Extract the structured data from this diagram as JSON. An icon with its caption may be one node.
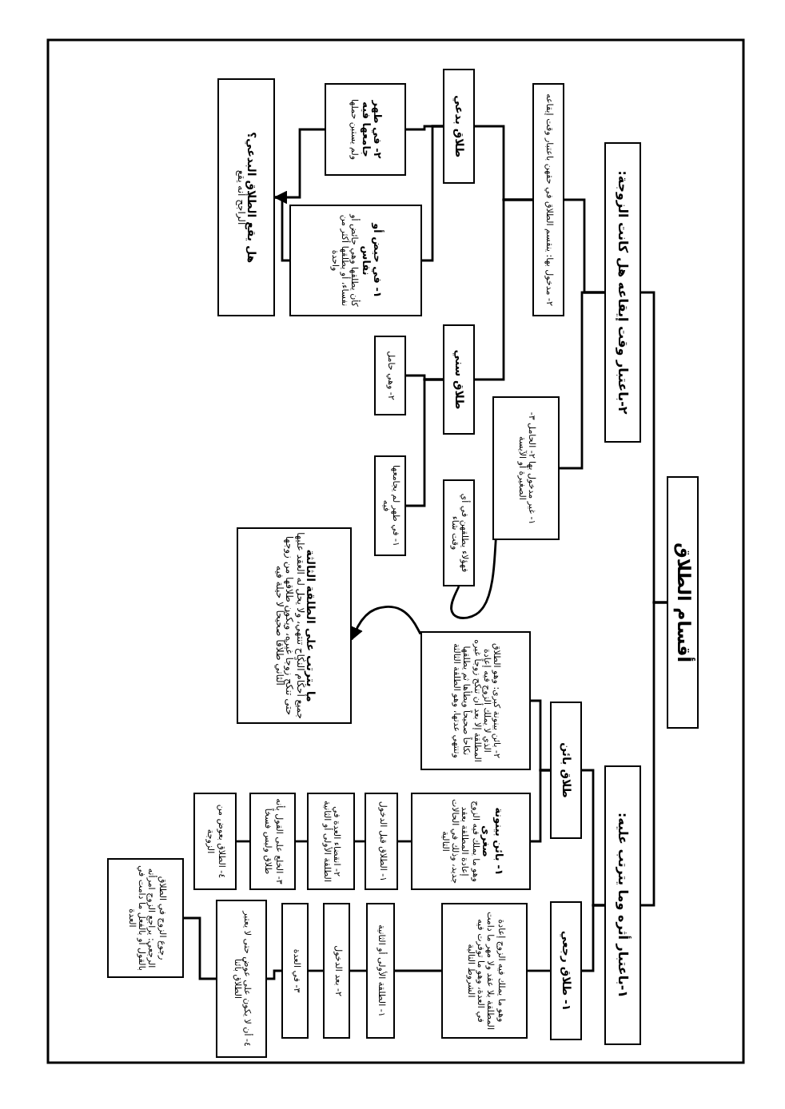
{
  "diagram": {
    "nodes": [
      {
        "text": [
          "أقسام الطلاق"
        ]
      },
      {
        "text": [
          "٢-باعتبار وقت إيقاعه هل كانت الزوجة:"
        ]
      },
      {
        "text": [
          "٢- مدخول بها: ينقسم الطلاق في حقهن باعتبار وقت إيقاعه"
        ]
      },
      {
        "text": [
          "طلاق بدعي"
        ]
      },
      {
        "text": [
          "٢- في طهر جامعها فيه",
          "ولم يستبن حملها"
        ]
      },
      {
        "text": [
          "١- في حيض أو نفاس",
          "كأن يطلقها وهي حائض أو نفساء، أو يطلقها أكثر من واحدة"
        ]
      },
      {
        "text": [
          "هل يقع الطلاق البدعي؟",
          "الراجح أنه يقع"
        ]
      },
      {
        "text": [
          "طلاق سني"
        ]
      },
      {
        "text": [
          "٢- وهي حامل"
        ]
      },
      {
        "text": [
          "١- في طهر لم يجامعها فيه"
        ]
      },
      {
        "text": [
          "١- غير مدخول بها ٢- الحامل ٣- الصغيرة أو الآيسة"
        ]
      },
      {
        "text": [
          "فهؤلاء يطلقهن في أي وقت شاء"
        ]
      },
      {
        "text": [
          "١-باعتبار أثره وما يترتب عليه:"
        ]
      },
      {
        "text": [
          "طلاق بائن"
        ]
      },
      {
        "text": [
          "٢- بائن بينونة كبرى: وهو الطلاق الذي لا يملك الزوج فيه إعادة المطلقة إلا بعد أن تنكح زوجاً غيره نكاحاً صحيحاً ويطأها ثم يطلقها وتنتهي عدتها، وهو الطلقة الثالثة"
        ]
      },
      {
        "text": [
          "ما يترتب على الطلقة الثالثة",
          "جميع أحكام النكاح تنتهي، ولا يحل له العقد عليها حتى تنكح زوجاً غيره، ويكون طلاقها من زوجها الثاني طلاقاً صحيحاً لا حيلة فيه"
        ]
      },
      {
        "text": [
          "١- بائن بينونة صغرى",
          "وهو ما يملك فيه الزوج إعادة المطلقة بعقد جديد، وذلك في الحالات التالية"
        ]
      },
      {
        "text": [
          "١- الطلاق قبل الدخول"
        ]
      },
      {
        "text": [
          "٢- انقضاء العدة في الطلقة الأولى أو الثانية"
        ]
      },
      {
        "text": [
          "٣- الخلع على القول بأنه طلاق وليس فسخاً"
        ]
      },
      {
        "text": [
          "٤- الطلاق بعوض من الزوجة"
        ]
      },
      {
        "text": [
          "١- طلاق رجعي"
        ]
      },
      {
        "text": [
          "وهو ما يملك فيه الزوج إعادة المطلقة بلا عقد ولا مهر ما دامت في العدة، وهو ما توفرت فيه الشروط التالية"
        ]
      },
      {
        "text": [
          "١- الطلقة الأولى أو الثانية"
        ]
      },
      {
        "text": [
          "٢- بعد الدخول"
        ]
      },
      {
        "text": [
          "٣- في العدة"
        ]
      },
      {
        "text": [
          "٤- أن لا يكون على عوض حتى لا يعتبر الطلاق بائناً"
        ]
      },
      {
        "text": [
          "رجوع الزوج في الطلاق الرجعي: يراجع الزوج امرأته بالقول أو بالفعل ما دامت في العدة"
        ]
      }
    ],
    "edges": [
      {
        "from": 0,
        "to": 1,
        "arrow": "none"
      },
      {
        "from": 0,
        "to": 12,
        "arrow": "none"
      },
      {
        "from": 1,
        "to": 2,
        "arrow": "none"
      },
      {
        "from": 1,
        "to": 10,
        "arrow": "none"
      },
      {
        "from": 2,
        "to": 3,
        "arrow": "none"
      },
      {
        "from": 2,
        "to": 7,
        "arrow": "none"
      },
      {
        "from": 3,
        "to": 4,
        "arrow": "none"
      },
      {
        "from": 3,
        "to": 5,
        "arrow": "none"
      },
      {
        "from": 4,
        "to": 6,
        "arrow": "to"
      },
      {
        "from": 5,
        "to": 6,
        "arrow": "none"
      },
      {
        "from": 7,
        "to": 8,
        "arrow": "none"
      },
      {
        "from": 7,
        "to": 9,
        "arrow": "none"
      },
      {
        "from": 10,
        "to": 11,
        "arrow": "none"
      },
      {
        "from": 12,
        "to": 13,
        "arrow": "none"
      },
      {
        "from": 12,
        "to": 21,
        "arrow": "none"
      },
      {
        "from": 13,
        "to": 14,
        "arrow": "none"
      },
      {
        "from": 13,
        "to": 16,
        "arrow": "none"
      },
      {
        "from": 14,
        "to": 15,
        "arrow": "to"
      },
      {
        "from": 16,
        "to": 17,
        "arrow": "none"
      },
      {
        "from": 17,
        "to": 18,
        "arrow": "none"
      },
      {
        "from": 18,
        "to": 19,
        "arrow": "none"
      },
      {
        "from": 19,
        "to": 20,
        "arrow": "none"
      },
      {
        "from": 21,
        "to": 22,
        "arrow": "none"
      },
      {
        "from": 22,
        "to": 23,
        "arrow": "none"
      },
      {
        "from": 23,
        "to": 24,
        "arrow": "none"
      },
      {
        "from": 24,
        "to": 25,
        "arrow": "none"
      },
      {
        "from": 25,
        "to": 26,
        "arrow": "none"
      },
      {
        "from": 26,
        "to": 27,
        "arrow": "none"
      }
    ]
  }
}
